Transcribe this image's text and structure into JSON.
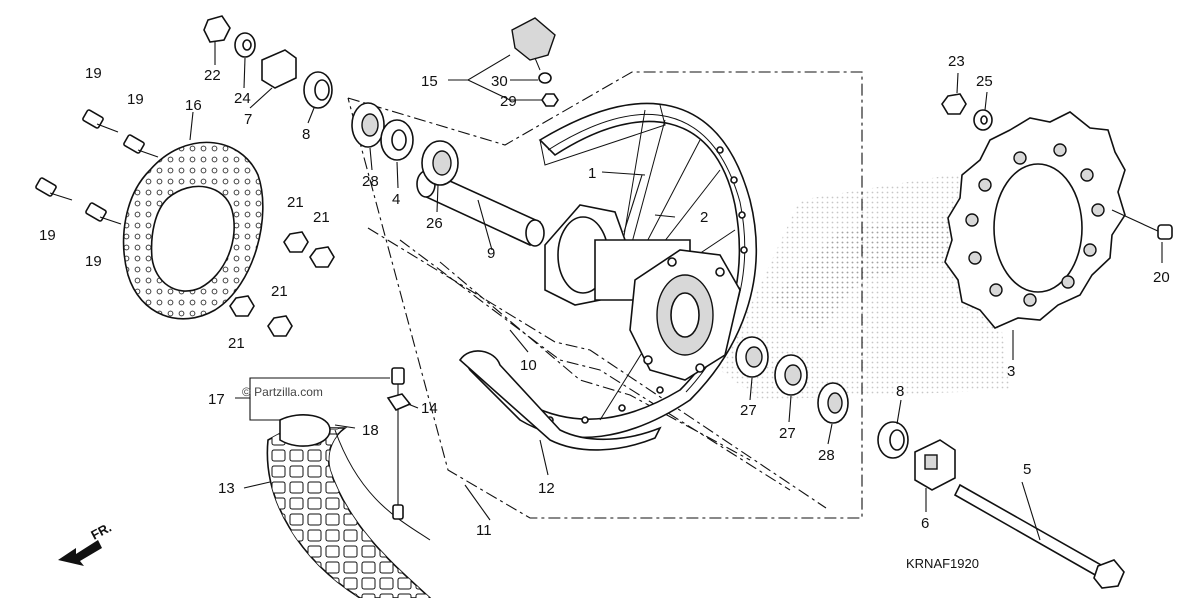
{
  "diagram": {
    "code": "KRNAF1920",
    "watermark": "© Partzilla.com",
    "direction_label": "FR.",
    "callouts": [
      {
        "id": "c1",
        "text": "1"
      },
      {
        "id": "c2",
        "text": "2"
      },
      {
        "id": "c3",
        "text": "3"
      },
      {
        "id": "c4",
        "text": "4"
      },
      {
        "id": "c5",
        "text": "5"
      },
      {
        "id": "c6",
        "text": "6"
      },
      {
        "id": "c7",
        "text": "7"
      },
      {
        "id": "c8a",
        "text": "8"
      },
      {
        "id": "c8b",
        "text": "8"
      },
      {
        "id": "c9",
        "text": "9"
      },
      {
        "id": "c10",
        "text": "10"
      },
      {
        "id": "c11",
        "text": "11"
      },
      {
        "id": "c12",
        "text": "12"
      },
      {
        "id": "c13",
        "text": "13"
      },
      {
        "id": "c14",
        "text": "14"
      },
      {
        "id": "c15",
        "text": "15"
      },
      {
        "id": "c16",
        "text": "16"
      },
      {
        "id": "c17",
        "text": "17"
      },
      {
        "id": "c18",
        "text": "18"
      },
      {
        "id": "c19a",
        "text": "19"
      },
      {
        "id": "c19b",
        "text": "19"
      },
      {
        "id": "c19c",
        "text": "19"
      },
      {
        "id": "c19d",
        "text": "19"
      },
      {
        "id": "c20",
        "text": "20"
      },
      {
        "id": "c21a",
        "text": "21"
      },
      {
        "id": "c21b",
        "text": "21"
      },
      {
        "id": "c21c",
        "text": "21"
      },
      {
        "id": "c21d",
        "text": "21"
      },
      {
        "id": "c22",
        "text": "22"
      },
      {
        "id": "c23",
        "text": "23"
      },
      {
        "id": "c24",
        "text": "24"
      },
      {
        "id": "c25",
        "text": "25"
      },
      {
        "id": "c26",
        "text": "26"
      },
      {
        "id": "c27a",
        "text": "27"
      },
      {
        "id": "c27b",
        "text": "27"
      },
      {
        "id": "c28a",
        "text": "28"
      },
      {
        "id": "c28b",
        "text": "28"
      },
      {
        "id": "c29",
        "text": "29"
      },
      {
        "id": "c30",
        "text": "30"
      }
    ]
  }
}
